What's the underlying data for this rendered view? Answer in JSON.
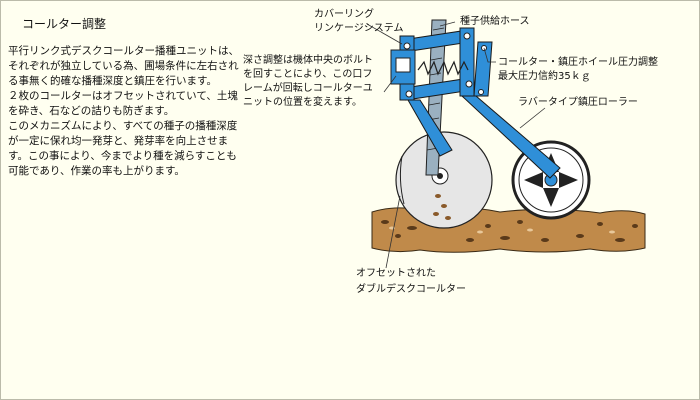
{
  "title": "コールター調整",
  "description": [
    "平行リンク式デスクコールター播種ユニットは、それぞれが独立している為、圃場条件に左右される事無く的確な播種深度と鎮圧を行います。",
    "２枚のコールターはオフセットされていて、土塊を砕き、石などの詰りも防ぎます。",
    "このメカニズムにより、すべての種子の播種深度が一定に保れ均一発芽と、発芽率を向上させます。この事により、今までより種を減らすことも可能であり、作業の率も上がります。"
  ],
  "labels": {
    "covering_1": "カバーリング",
    "covering_2": "リンケージシステム",
    "seed_hose": "種子供給ホース",
    "depth_1": "深さ調整は機体中央のボルト",
    "depth_2": "を回すことにより、この口フ",
    "depth_3": "レームが回転しコールターユ",
    "depth_4": "ニットの位置を変えます。",
    "pressure_1": "コールター・鎮圧ホイール圧力調整",
    "pressure_2": "最大圧力信約35ｋｇ",
    "roller": "ラバータイプ鎮圧ローラー",
    "offset_1": "オフセットされた",
    "offset_2": "ダブルデスクコールター"
  },
  "colors": {
    "background": "#fffff0",
    "frame_blue": "#2f8fd8",
    "soil": "#c08a4a",
    "disc": "#e6e6e6"
  }
}
